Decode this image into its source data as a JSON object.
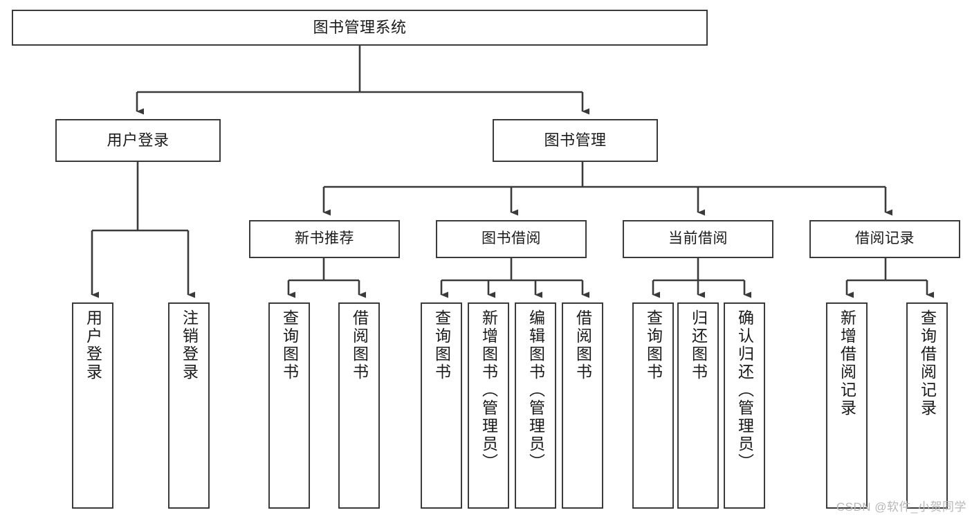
{
  "diagram": {
    "title": "图书管理系统",
    "type": "hierarchy-tree",
    "watermark": "CSDN @软件_小贺同学",
    "colors": {
      "stroke": "#3a3a3a",
      "fill": "#ffffff",
      "text": "#1a1a1a",
      "watermark": "#b7b7b7"
    },
    "nodes": {
      "root": {
        "label": "图书管理系统"
      },
      "level1": [
        {
          "label": "用户登录"
        },
        {
          "label": "图书管理"
        }
      ],
      "level2": [
        {
          "label": "新书推荐"
        },
        {
          "label": "图书借阅"
        },
        {
          "label": "当前借阅"
        },
        {
          "label": "借阅记录"
        }
      ],
      "login_leaves": [
        {
          "label": "用户登录"
        },
        {
          "label": "注销登录"
        }
      ],
      "recommend_leaves": [
        {
          "label": "查询图书"
        },
        {
          "label": "借阅图书"
        }
      ],
      "borrow_leaves": [
        {
          "label": "查询图书"
        },
        {
          "label": "新增图书（管理员）"
        },
        {
          "label": "编辑图书（管理员）"
        },
        {
          "label": "借阅图书"
        }
      ],
      "current_leaves": [
        {
          "label": "查询图书"
        },
        {
          "label": "归还图书"
        },
        {
          "label": "确认归还（管理员）"
        }
      ],
      "record_leaves": [
        {
          "label": "新增借阅记录"
        },
        {
          "label": "查询借阅记录"
        }
      ]
    }
  }
}
